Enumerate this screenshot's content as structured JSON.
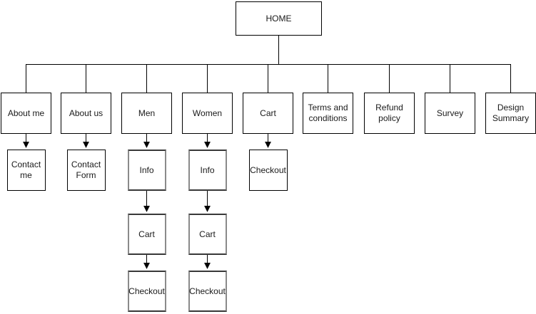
{
  "diagram_type": "sitemap-tree",
  "colors": {
    "background": "#ffffff",
    "box_border": "#000000",
    "highlight_box_border": "#8a8a8a",
    "connector_line": "#000000",
    "text": "#1a1a1a"
  },
  "nodes": {
    "home": {
      "label": "HOME"
    },
    "about_me": {
      "label": "About me"
    },
    "about_us": {
      "label": "About us"
    },
    "men": {
      "label": "Men"
    },
    "women": {
      "label": "Women"
    },
    "cart": {
      "label": "Cart"
    },
    "terms": {
      "label": "Terms and conditions"
    },
    "refund": {
      "label": "Refund policy"
    },
    "survey": {
      "label": "Survey"
    },
    "design_summary": {
      "label": "Design Summary"
    },
    "contact_me": {
      "label": "Contact me"
    },
    "contact_form": {
      "label": "Contact Form"
    },
    "info_men": {
      "label": "Info"
    },
    "info_women": {
      "label": "Info"
    },
    "checkout_cart": {
      "label": "Checkout"
    },
    "cart_men": {
      "label": "Cart"
    },
    "cart_women": {
      "label": "Cart"
    },
    "checkout_men": {
      "label": "Checkout"
    },
    "checkout_women": {
      "label": "Checkout"
    }
  },
  "edges": [
    [
      "home",
      "about_me"
    ],
    [
      "home",
      "about_us"
    ],
    [
      "home",
      "men"
    ],
    [
      "home",
      "women"
    ],
    [
      "home",
      "cart"
    ],
    [
      "home",
      "terms"
    ],
    [
      "home",
      "refund"
    ],
    [
      "home",
      "survey"
    ],
    [
      "home",
      "design_summary"
    ],
    [
      "about_me",
      "contact_me"
    ],
    [
      "about_us",
      "contact_form"
    ],
    [
      "men",
      "info_men"
    ],
    [
      "women",
      "info_women"
    ],
    [
      "cart",
      "checkout_cart"
    ],
    [
      "info_men",
      "cart_men"
    ],
    [
      "info_women",
      "cart_women"
    ],
    [
      "cart_men",
      "checkout_men"
    ],
    [
      "cart_women",
      "checkout_women"
    ]
  ]
}
